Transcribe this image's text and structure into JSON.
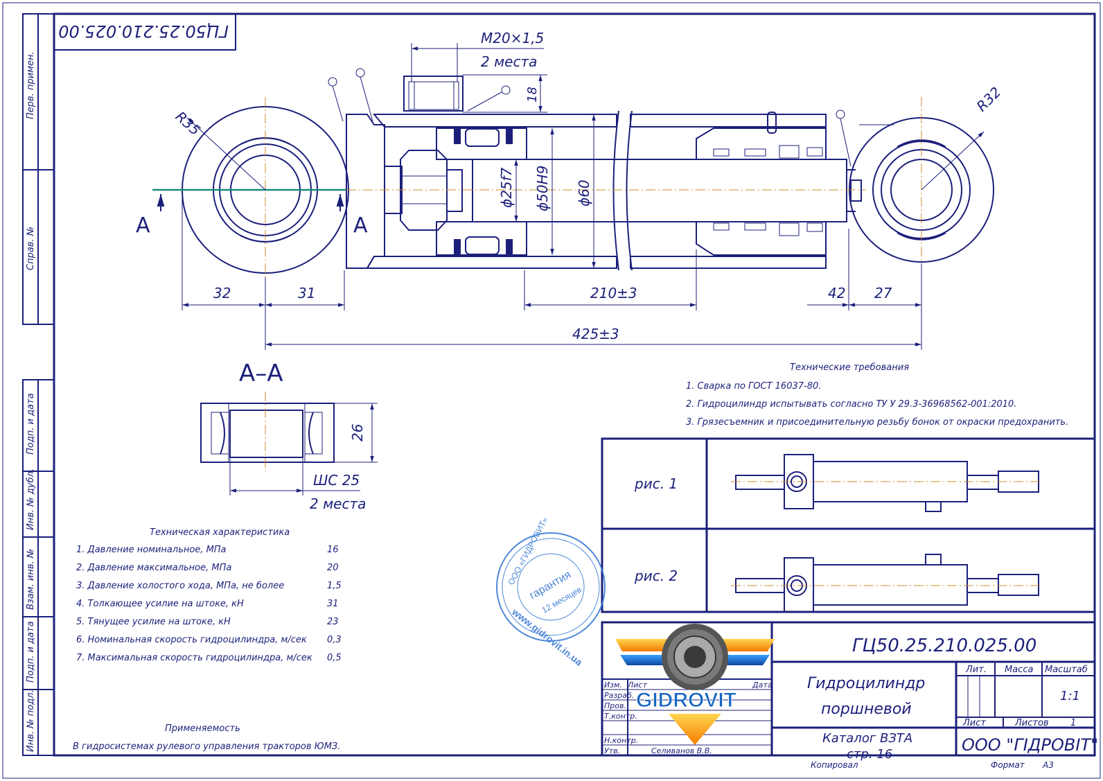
{
  "designation_rotated": "ГЦ50.25.210.025.00",
  "sidebar": {
    "labels": [
      "Перв. примен.",
      "Справ. №",
      "Подп. и дата",
      "Инв. № дубл.",
      "Взам. инв. №",
      "Подп. и дата",
      "Инв. № подл."
    ]
  },
  "drawing": {
    "thread_label": "М20×1,5",
    "thread_count": "2 места",
    "dim_18": "18",
    "radius_left": "R35",
    "radius_right": "R32",
    "section_mark": "A",
    "dia_rod": "ϕ25f7",
    "dia_bore": "ϕ50H9",
    "dia_outer": "ϕ60",
    "dim_32": "32",
    "dim_31": "31",
    "dim_stroke": "210±3",
    "dim_42": "42",
    "dim_27": "27",
    "dim_total": "425±3"
  },
  "section": {
    "title": "A–A",
    "dim_26": "26",
    "bearing_label": "ШС 25",
    "bearing_count": "2 места"
  },
  "tech_requirements": {
    "title": "Технические требования",
    "items": [
      "1. Сварка по ГОСТ 16037-80.",
      "2. Гидроцилиндр испытывать согласно ТУ У 29.3-36968562-001:2010.",
      "3. Грязесъемник и присоединительную резьбу бонок от окраски предохранить."
    ]
  },
  "tech_characteristics": {
    "title": "Техническая характеристика",
    "rows": [
      {
        "label": "1. Давление номинальное, МПа",
        "value": "16"
      },
      {
        "label": "2. Давление максимальное, МПа",
        "value": "20"
      },
      {
        "label": "3. Давление холостого хода, МПа, не более",
        "value": "1,5"
      },
      {
        "label": "4. Толкающее усилие на штоке, кН",
        "value": "31"
      },
      {
        "label": "5. Тянущее усилие на штоке, кН",
        "value": "23"
      },
      {
        "label": "6. Номинальная скорость гидроцилиндра, м/сек",
        "value": "0,3"
      },
      {
        "label": "7. Максимальная скорость гидроцилиндра, м/сек",
        "value": "0,5"
      }
    ]
  },
  "applicability": {
    "title": "Применяемость",
    "text": "В гидросистемах рулевого управления тракторов ЮМЗ."
  },
  "figures": {
    "fig1_label": "рис. 1",
    "fig2_label": "рис. 2"
  },
  "stamp": {
    "line1": "ООО «ГИДРОВИТ»",
    "line2": "гарантия",
    "line3": "12 месяцев",
    "url": "www.gidrovit.in.ua"
  },
  "logo": {
    "text": "GIDROVIT"
  },
  "title_block": {
    "designation": "ГЦ50.25.210.025.00",
    "name_line1": "Гидроцилиндр",
    "name_line2": "поршневой",
    "catalog_line1": "Каталог ВЗТА",
    "catalog_line2": "стр. 16",
    "col_lit": "Лит.",
    "col_mass": "Масса",
    "col_scale": "Масштаб",
    "scale": "1:1",
    "sheet": "Лист",
    "sheets": "Листов",
    "sheets_value": "1",
    "company": "ООО \"ГІДРОВІТ\"",
    "row_izm": "Изм.",
    "row_list": "Лист",
    "row_data": "Дата",
    "row_razrab": "Разраб.",
    "row_prov": "Пров.",
    "row_tkontr": "Т.контр.",
    "row_nkontr": "Н.контр.",
    "row_utv": "Утв.",
    "approver": "Селиванов В.В.",
    "copied": "Копировал",
    "format": "Формат",
    "format_value": "А3"
  },
  "colors": {
    "ink": "#1b1f7a",
    "axis": "#d08a2a",
    "section_line": "#1a8a7a",
    "stamp": "#3a7bd5",
    "logo_blue": "#1565c0",
    "logo_orange": "#f7941d"
  }
}
